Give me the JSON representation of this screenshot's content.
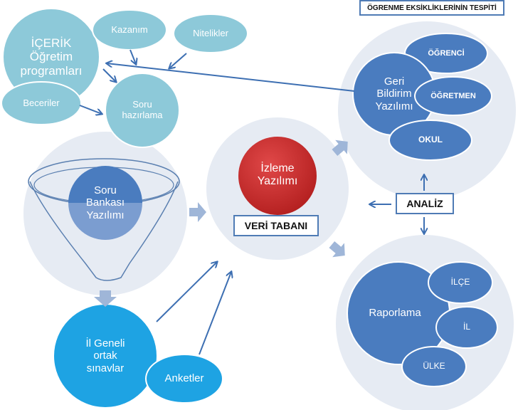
{
  "colors": {
    "teal": "#8dc9d9",
    "teal_stroke": "#ffffff",
    "blue_dark": "#4a7cbf",
    "blue_mid": "#6f98d1",
    "light_panel": "#e6ebf3",
    "red": "#cc2a2a",
    "cyan": "#1ea3e3",
    "arrow_line": "#3d6fb2",
    "block_arrow": "#9fb6d8",
    "box_border": "#4f7bb5"
  },
  "title_box": {
    "label": "ÖGRENME EKSİKLİKLERİNİN TESPİTİ"
  },
  "content_cluster": {
    "icerik": "İÇERİK\nÖğretim\nprogramları",
    "kazanim": "Kazanım",
    "nitelikler": "Nitelikler",
    "beceriler": "Beceriler",
    "soru_hazirlama": "Soru\nhazırlama"
  },
  "soru_bankasi": {
    "label": "Soru\nBankası\nYazılımı"
  },
  "izleme": {
    "label": "İzleme\nYazılımı",
    "db_label": "VERİ TABANI"
  },
  "geri_bildirim": {
    "label": "Geri\nBildirim\nYazılımı",
    "items": [
      "ÖĞRENCİ",
      "ÖĞRETMEN",
      "OKUL"
    ]
  },
  "analiz": {
    "label": "ANALİZ"
  },
  "raporlama": {
    "label": "Raporlama",
    "items": [
      "İLÇE",
      "İL",
      "ÜLKE"
    ]
  },
  "sinavlar": {
    "label": "İl Geneli\nortak\nsınavlar"
  },
  "anketler": {
    "label": "Anketler"
  }
}
